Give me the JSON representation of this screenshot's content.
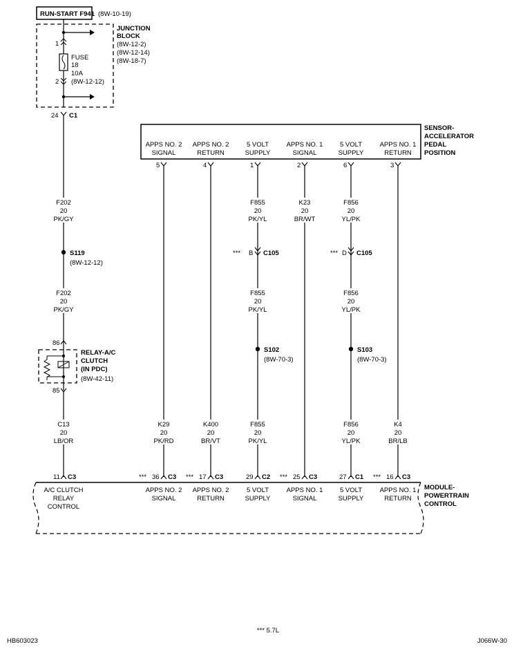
{
  "top_box": {
    "title": "RUN-START F941",
    "ref": "(8W-10-19)"
  },
  "junction_block": {
    "title": [
      "JUNCTION",
      "BLOCK"
    ],
    "refs": [
      "(8W-12-2)",
      "(8W-12-14)",
      "(8W-18-7)"
    ],
    "pin_in": "1",
    "pin_out": "2",
    "fuse": [
      "FUSE",
      "18",
      "10A",
      "(8W-12-12)"
    ]
  },
  "c1_connector": {
    "pin": "24",
    "name": "C1"
  },
  "sensor": {
    "title": [
      "SENSOR-",
      "ACCELERATOR",
      "PEDAL",
      "POSITION"
    ],
    "pins": [
      {
        "line1": "APPS NO. 2",
        "line2": "SIGNAL",
        "pin": "5"
      },
      {
        "line1": "APPS NO. 2",
        "line2": "RETURN",
        "pin": "4"
      },
      {
        "line1": "5 VOLT",
        "line2": "SUPPLY",
        "pin": "1"
      },
      {
        "line1": "APPS NO. 1",
        "line2": "SIGNAL",
        "pin": "2"
      },
      {
        "line1": "5 VOLT",
        "line2": "SUPPLY",
        "pin": "6"
      },
      {
        "line1": "APPS NO. 1",
        "line2": "RETURN",
        "pin": "3"
      }
    ]
  },
  "wires": {
    "f202_a": [
      "F202",
      "20",
      "PK/GY"
    ],
    "f202_b": [
      "F202",
      "20",
      "PK/GY"
    ],
    "c13": [
      "C13",
      "20",
      "LB/OR"
    ],
    "k29": [
      "K29",
      "20",
      "PK/RD"
    ],
    "k400": [
      "K400",
      "20",
      "BR/VT"
    ],
    "f855_a": [
      "F855",
      "20",
      "PK/YL"
    ],
    "f855_b": [
      "F855",
      "20",
      "PK/YL"
    ],
    "f855_c": [
      "F855",
      "20",
      "PK/YL"
    ],
    "k23": [
      "K23",
      "20",
      "BR/WT"
    ],
    "f856_a": [
      "F856",
      "20",
      "YL/PK"
    ],
    "f856_b": [
      "F856",
      "20",
      "YL/PK"
    ],
    "f856_c": [
      "F856",
      "20",
      "YL/PK"
    ],
    "k4": [
      "K4",
      "20",
      "BR/LB"
    ]
  },
  "splices": {
    "s119": {
      "name": "S119",
      "ref": "(8W-12-12)"
    },
    "s102": {
      "name": "S102",
      "ref": "(8W-70-3)"
    },
    "s103": {
      "name": "S103",
      "ref": "(8W-70-3)"
    }
  },
  "inline_connectors": {
    "c105_b": {
      "prefix": "***",
      "pin": "B",
      "name": "C105"
    },
    "c105_d": {
      "prefix": "***",
      "pin": "D",
      "name": "C105"
    }
  },
  "relay": {
    "top_pin": "86",
    "bottom_pin": "85",
    "title": [
      "RELAY-A/C",
      "CLUTCH",
      "(IN PDC)"
    ],
    "ref": "(8W-42-11)"
  },
  "pcm": {
    "title": [
      "MODULE-",
      "POWERTRAIN",
      "CONTROL"
    ],
    "pins": [
      {
        "prefix": "",
        "pin": "11",
        "conn": "C3",
        "line1": "A/C CLUTCH",
        "line2": "RELAY",
        "line3": "CONTROL"
      },
      {
        "prefix": "***",
        "pin": "36",
        "conn": "C3",
        "line1": "APPS NO. 2",
        "line2": "SIGNAL",
        "line3": ""
      },
      {
        "prefix": "***",
        "pin": "17",
        "conn": "C3",
        "line1": "APPS NO. 2",
        "line2": "RETURN",
        "line3": ""
      },
      {
        "prefix": "",
        "pin": "29",
        "conn": "C2",
        "line1": "5 VOLT",
        "line2": "SUPPLY",
        "line3": ""
      },
      {
        "prefix": "***",
        "pin": "25",
        "conn": "C3",
        "line1": "APPS NO. 1",
        "line2": "SIGNAL",
        "line3": ""
      },
      {
        "prefix": "",
        "pin": "27",
        "conn": "C1",
        "line1": "5 VOLT",
        "line2": "SUPPLY",
        "line3": ""
      },
      {
        "prefix": "***",
        "pin": "16",
        "conn": "C3",
        "line1": "APPS NO. 1",
        "line2": "RETURN",
        "line3": ""
      }
    ]
  },
  "footer": {
    "left": "HB603023",
    "center": "*** 5.7L",
    "right": "J066W-30"
  }
}
